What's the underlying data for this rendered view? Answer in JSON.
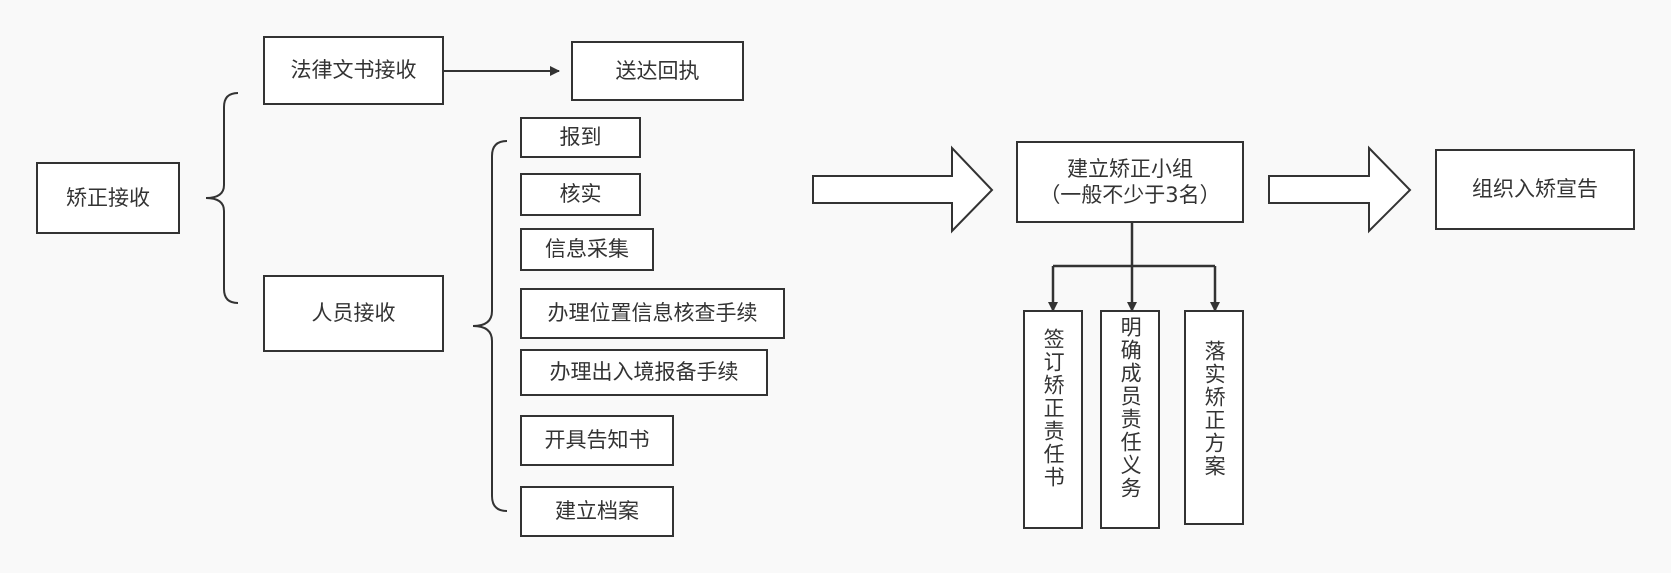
{
  "colors": {
    "stroke": "#333333",
    "box_fill": "#ffffff",
    "background": "#f9f9f9"
  },
  "nodes": {
    "root": "矫正接收",
    "legal_docs": "法律文书接收",
    "receipt": "送达回执",
    "person_receive": "人员接收",
    "tasks": [
      "报到",
      "核实",
      "信息采集",
      "办理位置信息核查手续",
      "办理出入境报备手续",
      "开具告知书",
      "建立档案"
    ],
    "team": "建立矫正小组\n（一般不少于3名）",
    "declaration": "组织入矫宣告",
    "team_tasks": [
      "签订矫正责任书",
      "明确成员责任义务",
      "落实矫正方案"
    ]
  }
}
